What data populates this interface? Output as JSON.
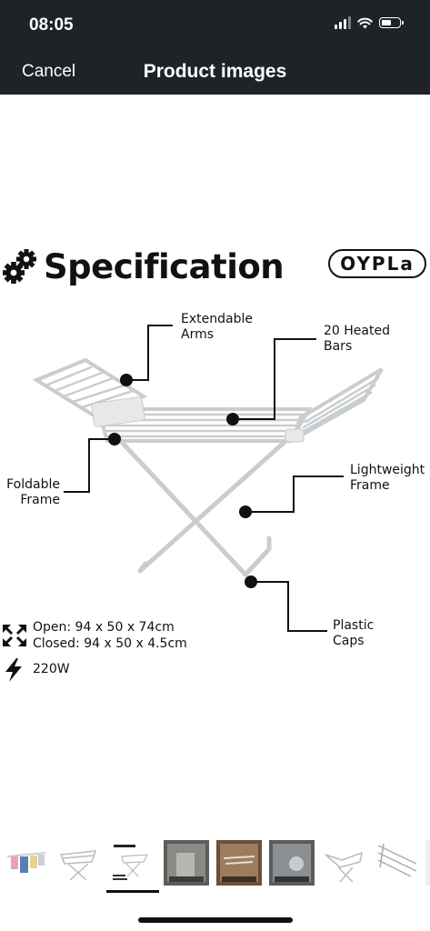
{
  "status_bar": {
    "time": "08:05"
  },
  "nav": {
    "cancel_label": "Cancel",
    "title": "Product images"
  },
  "product_image": {
    "heading": "Specification",
    "brand": "OYPLa",
    "callouts": {
      "extendable_arms": [
        "Extendable",
        "Arms"
      ],
      "heated_bars": [
        "20 Heated",
        "Bars"
      ],
      "foldable_frame": [
        "Foldable",
        "Frame"
      ],
      "lightweight_frame": [
        "Lightweight",
        "Frame"
      ],
      "plastic_caps": [
        "Plastic",
        "Caps"
      ]
    },
    "specs": {
      "open": "Open: 94 x 50 x 74cm",
      "closed": "Closed: 94 x 50 x 4.5cm",
      "power": "220W"
    },
    "icons": [
      "gears-icon",
      "expand-arrows-icon",
      "lightning-icon"
    ]
  },
  "thumbnails": {
    "count": 9,
    "selected_index": 2,
    "items": [
      "thumb-clothes",
      "thumb-airer",
      "thumb-specification",
      "thumb-compact",
      "thumb-lifestyle",
      "thumb-convenient",
      "thumb-airer-2",
      "thumb-airer-3",
      "thumb-partial"
    ]
  },
  "colors": {
    "header_bg": "#1d2327",
    "background": "#ffffff",
    "ink": "#111111"
  }
}
